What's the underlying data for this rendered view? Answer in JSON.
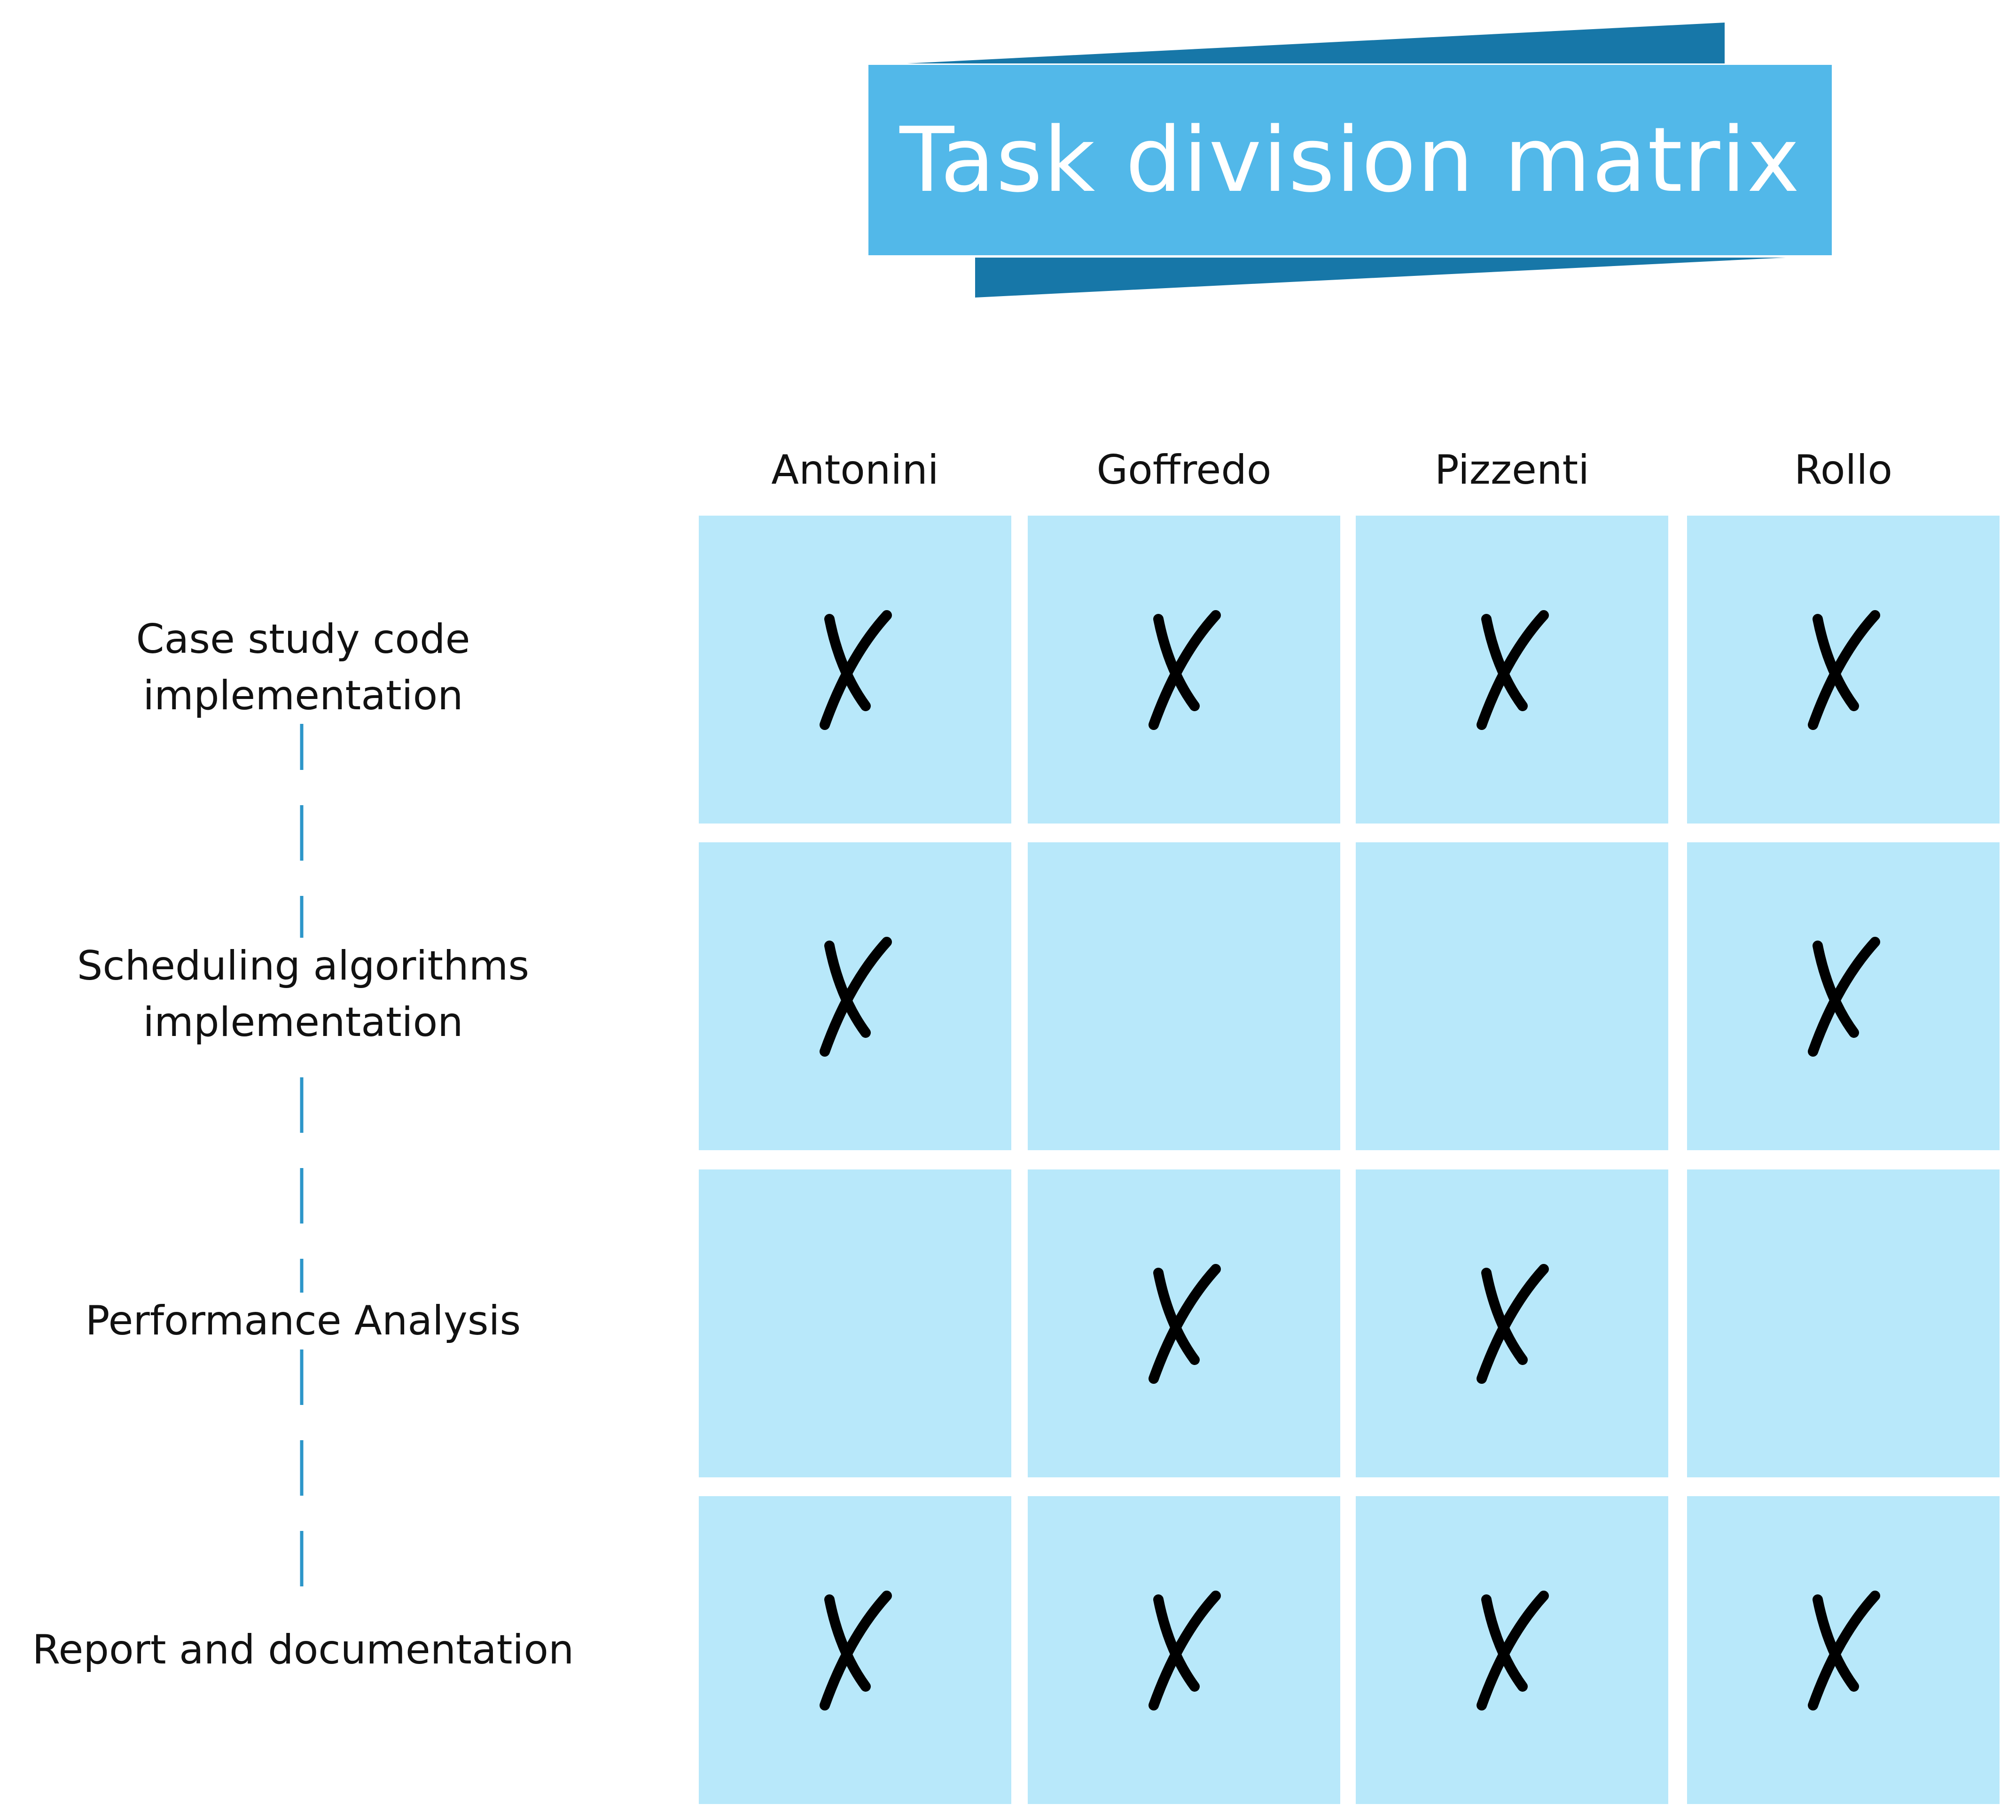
{
  "title": "Task division matrix",
  "colors": {
    "banner_light": "#52b8e9",
    "banner_dark": "#1777a8",
    "cell_fill": "#b8e8fa",
    "mark": "#000000",
    "connector": "#2c96c9"
  },
  "columns": [
    "Antonini",
    "Goffredo",
    "Pizzenti",
    "Rollo"
  ],
  "tasks": [
    {
      "label": "Case study code\nimplementation",
      "assignments": [
        true,
        true,
        true,
        true
      ]
    },
    {
      "label": "Scheduling algorithms\nimplementation",
      "assignments": [
        true,
        false,
        false,
        true
      ]
    },
    {
      "label": "Performance Analysis",
      "assignments": [
        false,
        true,
        true,
        false
      ]
    },
    {
      "label": "Report and documentation",
      "assignments": [
        true,
        true,
        true,
        true
      ]
    }
  ],
  "mark_symbol": "X"
}
